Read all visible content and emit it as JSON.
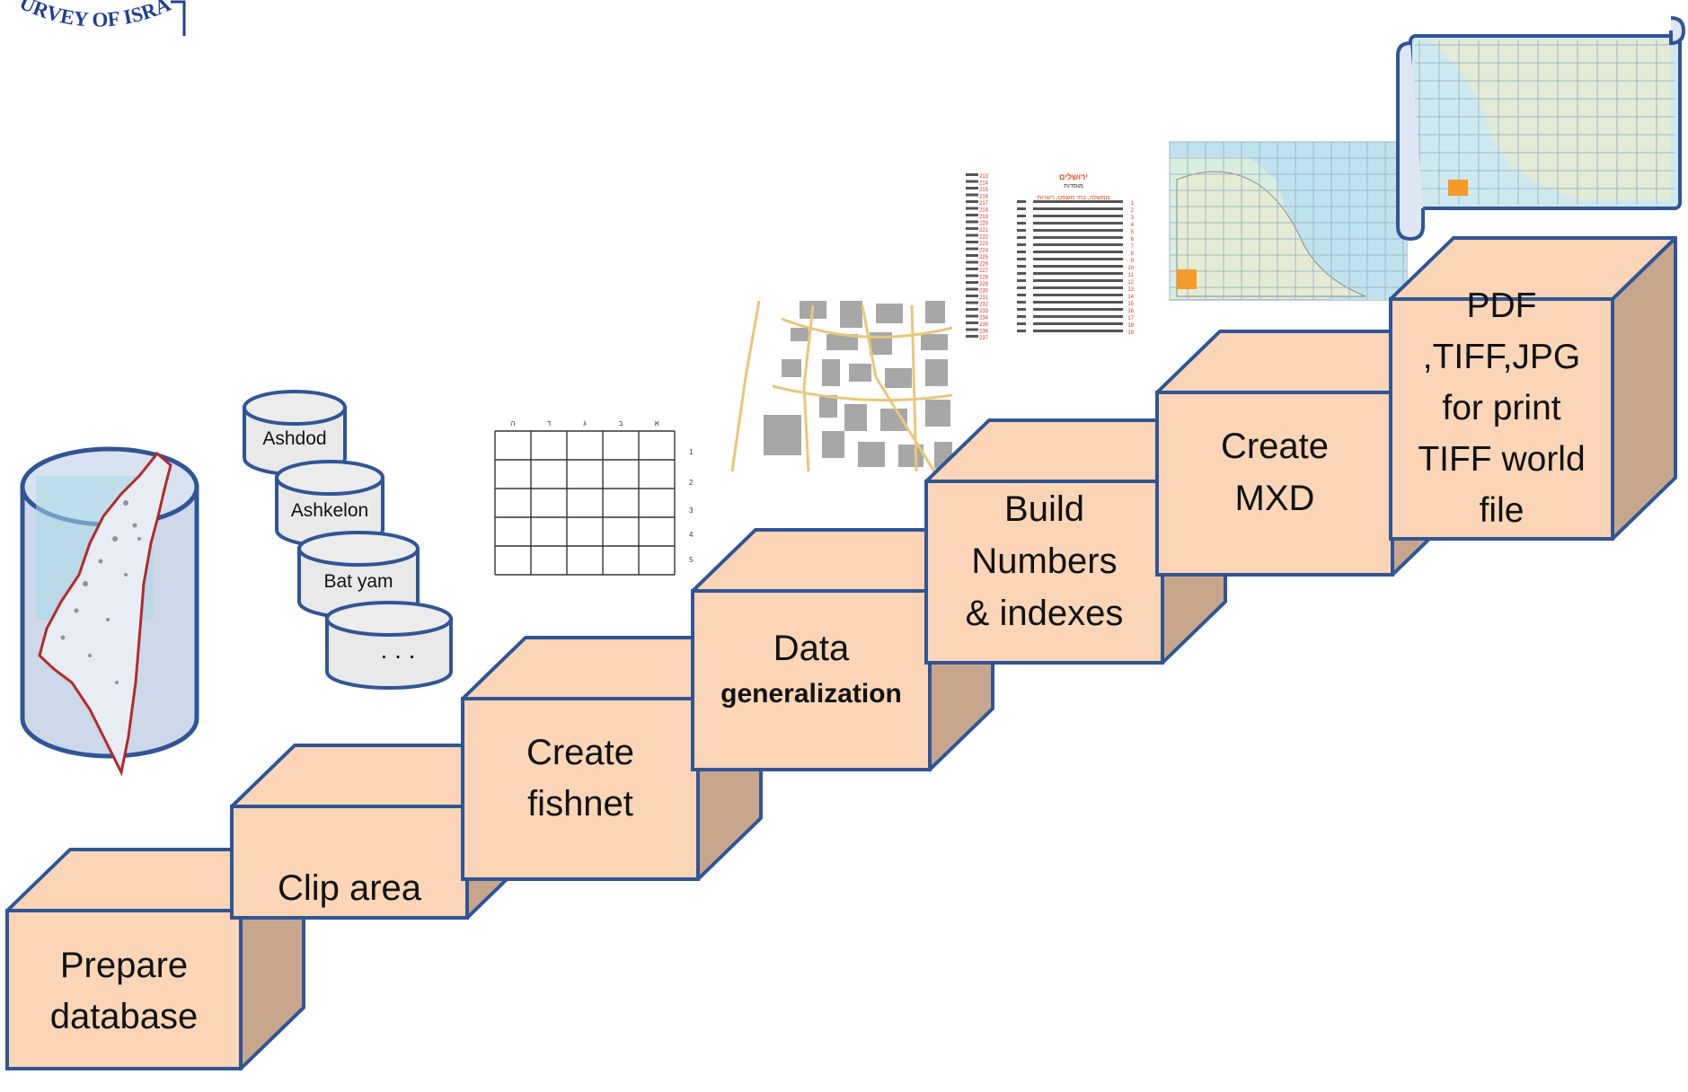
{
  "logo": {
    "text": "URVEY OF ISRA",
    "color": "#1f3f92"
  },
  "steps": [
    {
      "id": "prepare-database",
      "lines": [
        "Prepare",
        "database"
      ]
    },
    {
      "id": "clip-area",
      "lines": [
        "Clip area"
      ]
    },
    {
      "id": "create-fishnet",
      "lines": [
        "Create",
        "fishnet"
      ]
    },
    {
      "id": "data-generalization",
      "lines": [
        "Data",
        "generalization"
      ]
    },
    {
      "id": "build-numbers-indexes",
      "lines": [
        "Build",
        "Numbers",
        "&  indexes"
      ]
    },
    {
      "id": "create-mxd",
      "lines": [
        "Create",
        "MXD"
      ]
    },
    {
      "id": "pdf-tiff-jpg",
      "lines": [
        "PDF",
        ",TIFF,JPG",
        "for print",
        "TIFF world",
        "file"
      ]
    }
  ],
  "databases": [
    "Ashdod",
    "Ashkelon",
    "Bat yam",
    ". . ."
  ],
  "fishnet": {
    "column_labels": [
      "ה",
      "ד",
      "ג",
      "ב",
      "א"
    ],
    "row_labels": [
      "1",
      "2",
      "3",
      "4",
      "5"
    ]
  },
  "index_sheet": {
    "title": "ירושלים",
    "subtitle": "מוסדות",
    "section": "ממשלה, בתי משפט, רשויות",
    "left_numbers": [
      "213",
      "214",
      "215",
      "216",
      "217",
      "218",
      "219",
      "220",
      "221",
      "222",
      "223",
      "224",
      "225",
      "226",
      "227",
      "228",
      "229",
      "230",
      "231",
      "232",
      "233",
      "234",
      "235",
      "236",
      "237"
    ],
    "right_numbers": [
      "1",
      "2",
      "3",
      "4",
      "5",
      "6",
      "7",
      "8",
      "9",
      "10",
      "11",
      "12",
      "13",
      "14",
      "15",
      "16",
      "17",
      "18",
      "19"
    ]
  },
  "colors": {
    "box_front": "#fbd5b5",
    "box_top": "#fbd5b5",
    "box_side": "#c8a68c",
    "box_outline": "#2f5597",
    "db_fill": "#e9e9e9",
    "cylinder_fill": "#cdd8ea",
    "israel_border": "#b22b2b"
  }
}
